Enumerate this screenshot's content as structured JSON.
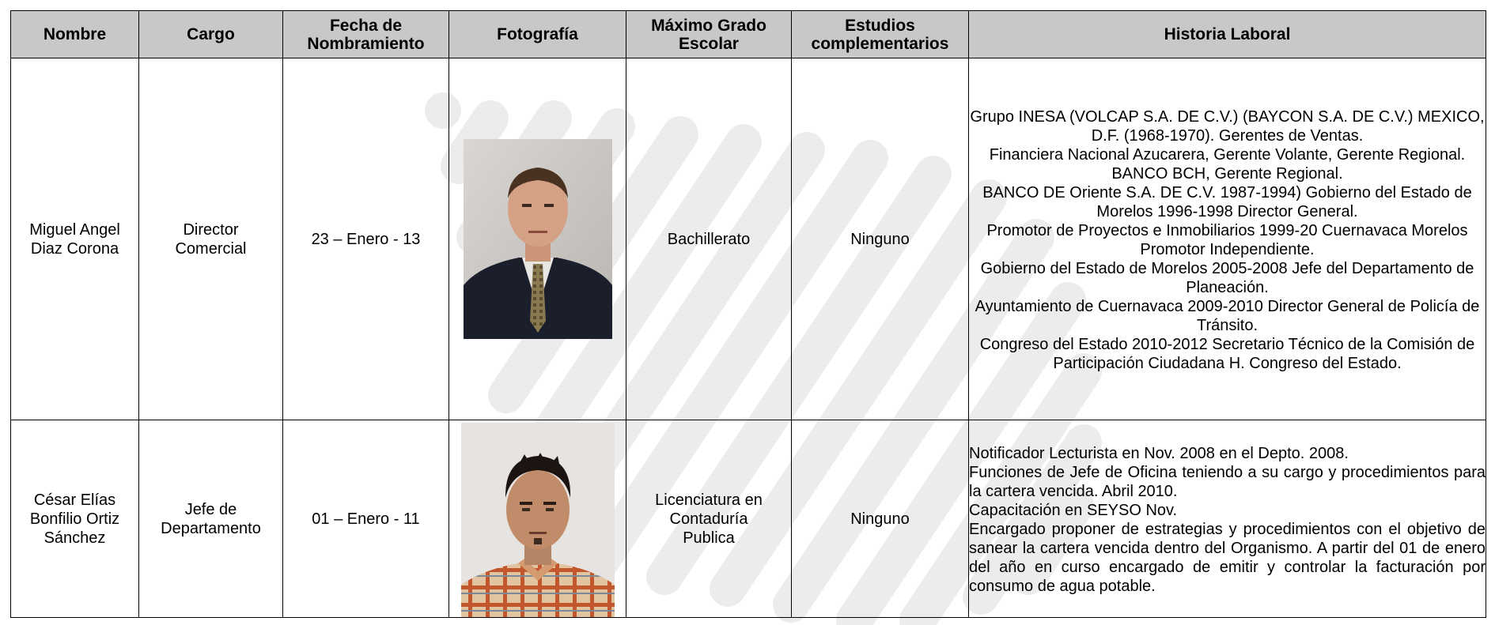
{
  "headers": {
    "nombre": "Nombre",
    "cargo": "Cargo",
    "fecha": "Fecha de Nombramiento",
    "fotografia": "Fotografía",
    "grado": "Máximo Grado Escolar",
    "estudios": "Estudios complementarios",
    "historia": "Historia Laboral"
  },
  "rows": [
    {
      "nombre": "Miguel Angel Diaz Corona",
      "cargo": "Director Comercial",
      "fecha": "23 – Enero - 13",
      "grado": "Bachillerato",
      "estudios": "Ninguno",
      "historia": [
        "Grupo INESA (VOLCAP S.A. DE C.V.) (BAYCON S.A. DE C.V.) MEXICO, D.F. (1968-1970). Gerentes de Ventas.",
        "Financiera Nacional Azucarera, Gerente Volante, Gerente Regional.",
        "BANCO BCH, Gerente Regional.",
        "BANCO DE Oriente S.A. DE C.V. 1987-1994) Gobierno del Estado de Morelos 1996-1998 Director General.",
        "Promotor de Proyectos e Inmobiliarios 1999-20 Cuernavaca Morelos Promotor Independiente.",
        "Gobierno del Estado de Morelos 2005-2008 Jefe del Departamento de  Planeación.",
        "Ayuntamiento de Cuernavaca 2009-2010 Director General de Policía de Tránsito.",
        "Congreso del Estado 2010-2012 Secretario Técnico de la Comisión de Participación Ciudadana H. Congreso del Estado."
      ]
    },
    {
      "nombre": "César Elías Bonfilio Ortiz Sánchez",
      "cargo": "Jefe de Departamento",
      "fecha": "01 – Enero - 11",
      "grado": "Licenciatura en Contaduría Publica",
      "estudios": "Ninguno",
      "historia": [
        "Notificador Lecturista en Nov. 2008 en el Depto. 2008.",
        "Funciones de Jefe de Oficina teniendo a su cargo y procedimientos para la cartera vencida. Abril 2010.",
        "Capacitación en SEYSO Nov.",
        "Encargado proponer de estrategias y procedimientos con el objetivo de sanear la cartera vencida dentro del Organismo. A partir del 01 de enero del año en curso encargado de emitir y controlar la facturación por consumo de agua potable."
      ]
    }
  ]
}
